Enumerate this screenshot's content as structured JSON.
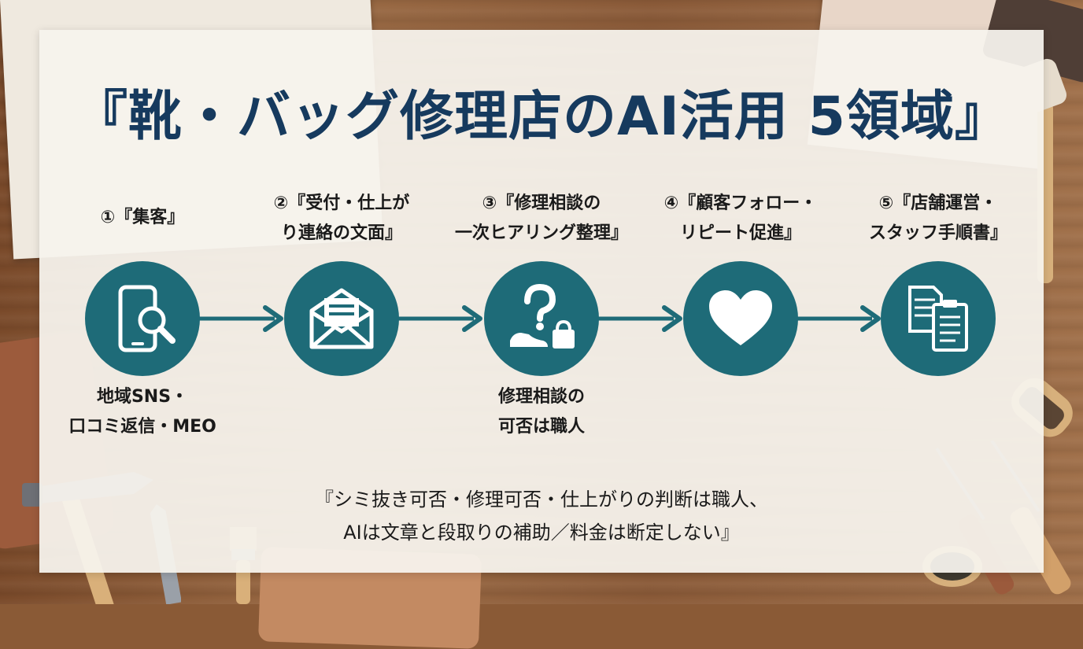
{
  "title": "『靴・バッグ修理店のAI活用 5領域』",
  "steps": [
    {
      "line1": "①『集客』",
      "line2": "",
      "icon": "phone-search-icon"
    },
    {
      "line1": "②『受付・仕上が",
      "line2": "り連絡の文面』",
      "icon": "envelope-icon"
    },
    {
      "line1": "③『修理相談の",
      "line2": "一次ヒアリング整理』",
      "icon": "question-shoe-bag-icon"
    },
    {
      "line1": "④『顧客フォロー・",
      "line2": "リピート促進』",
      "icon": "heart-icon"
    },
    {
      "line1": "⑤『店舗運営・",
      "line2": "スタッフ手順書』",
      "icon": "documents-icon"
    }
  ],
  "sub_labels": {
    "step1": {
      "line1": "地域SNS・",
      "line2": "口コミ返信・MEO"
    },
    "step3": {
      "line1": "修理相談の",
      "line2": "可否は職人"
    }
  },
  "note": {
    "line1": "『シミ抜き可否・修理可否・仕上がりの判断は職人、",
    "line2": "AIは文章と段取りの補助／料金は断定しない』"
  },
  "colors": {
    "title": "#163a5e",
    "accent": "#1e6b78",
    "panel": "#f6f3ed"
  }
}
